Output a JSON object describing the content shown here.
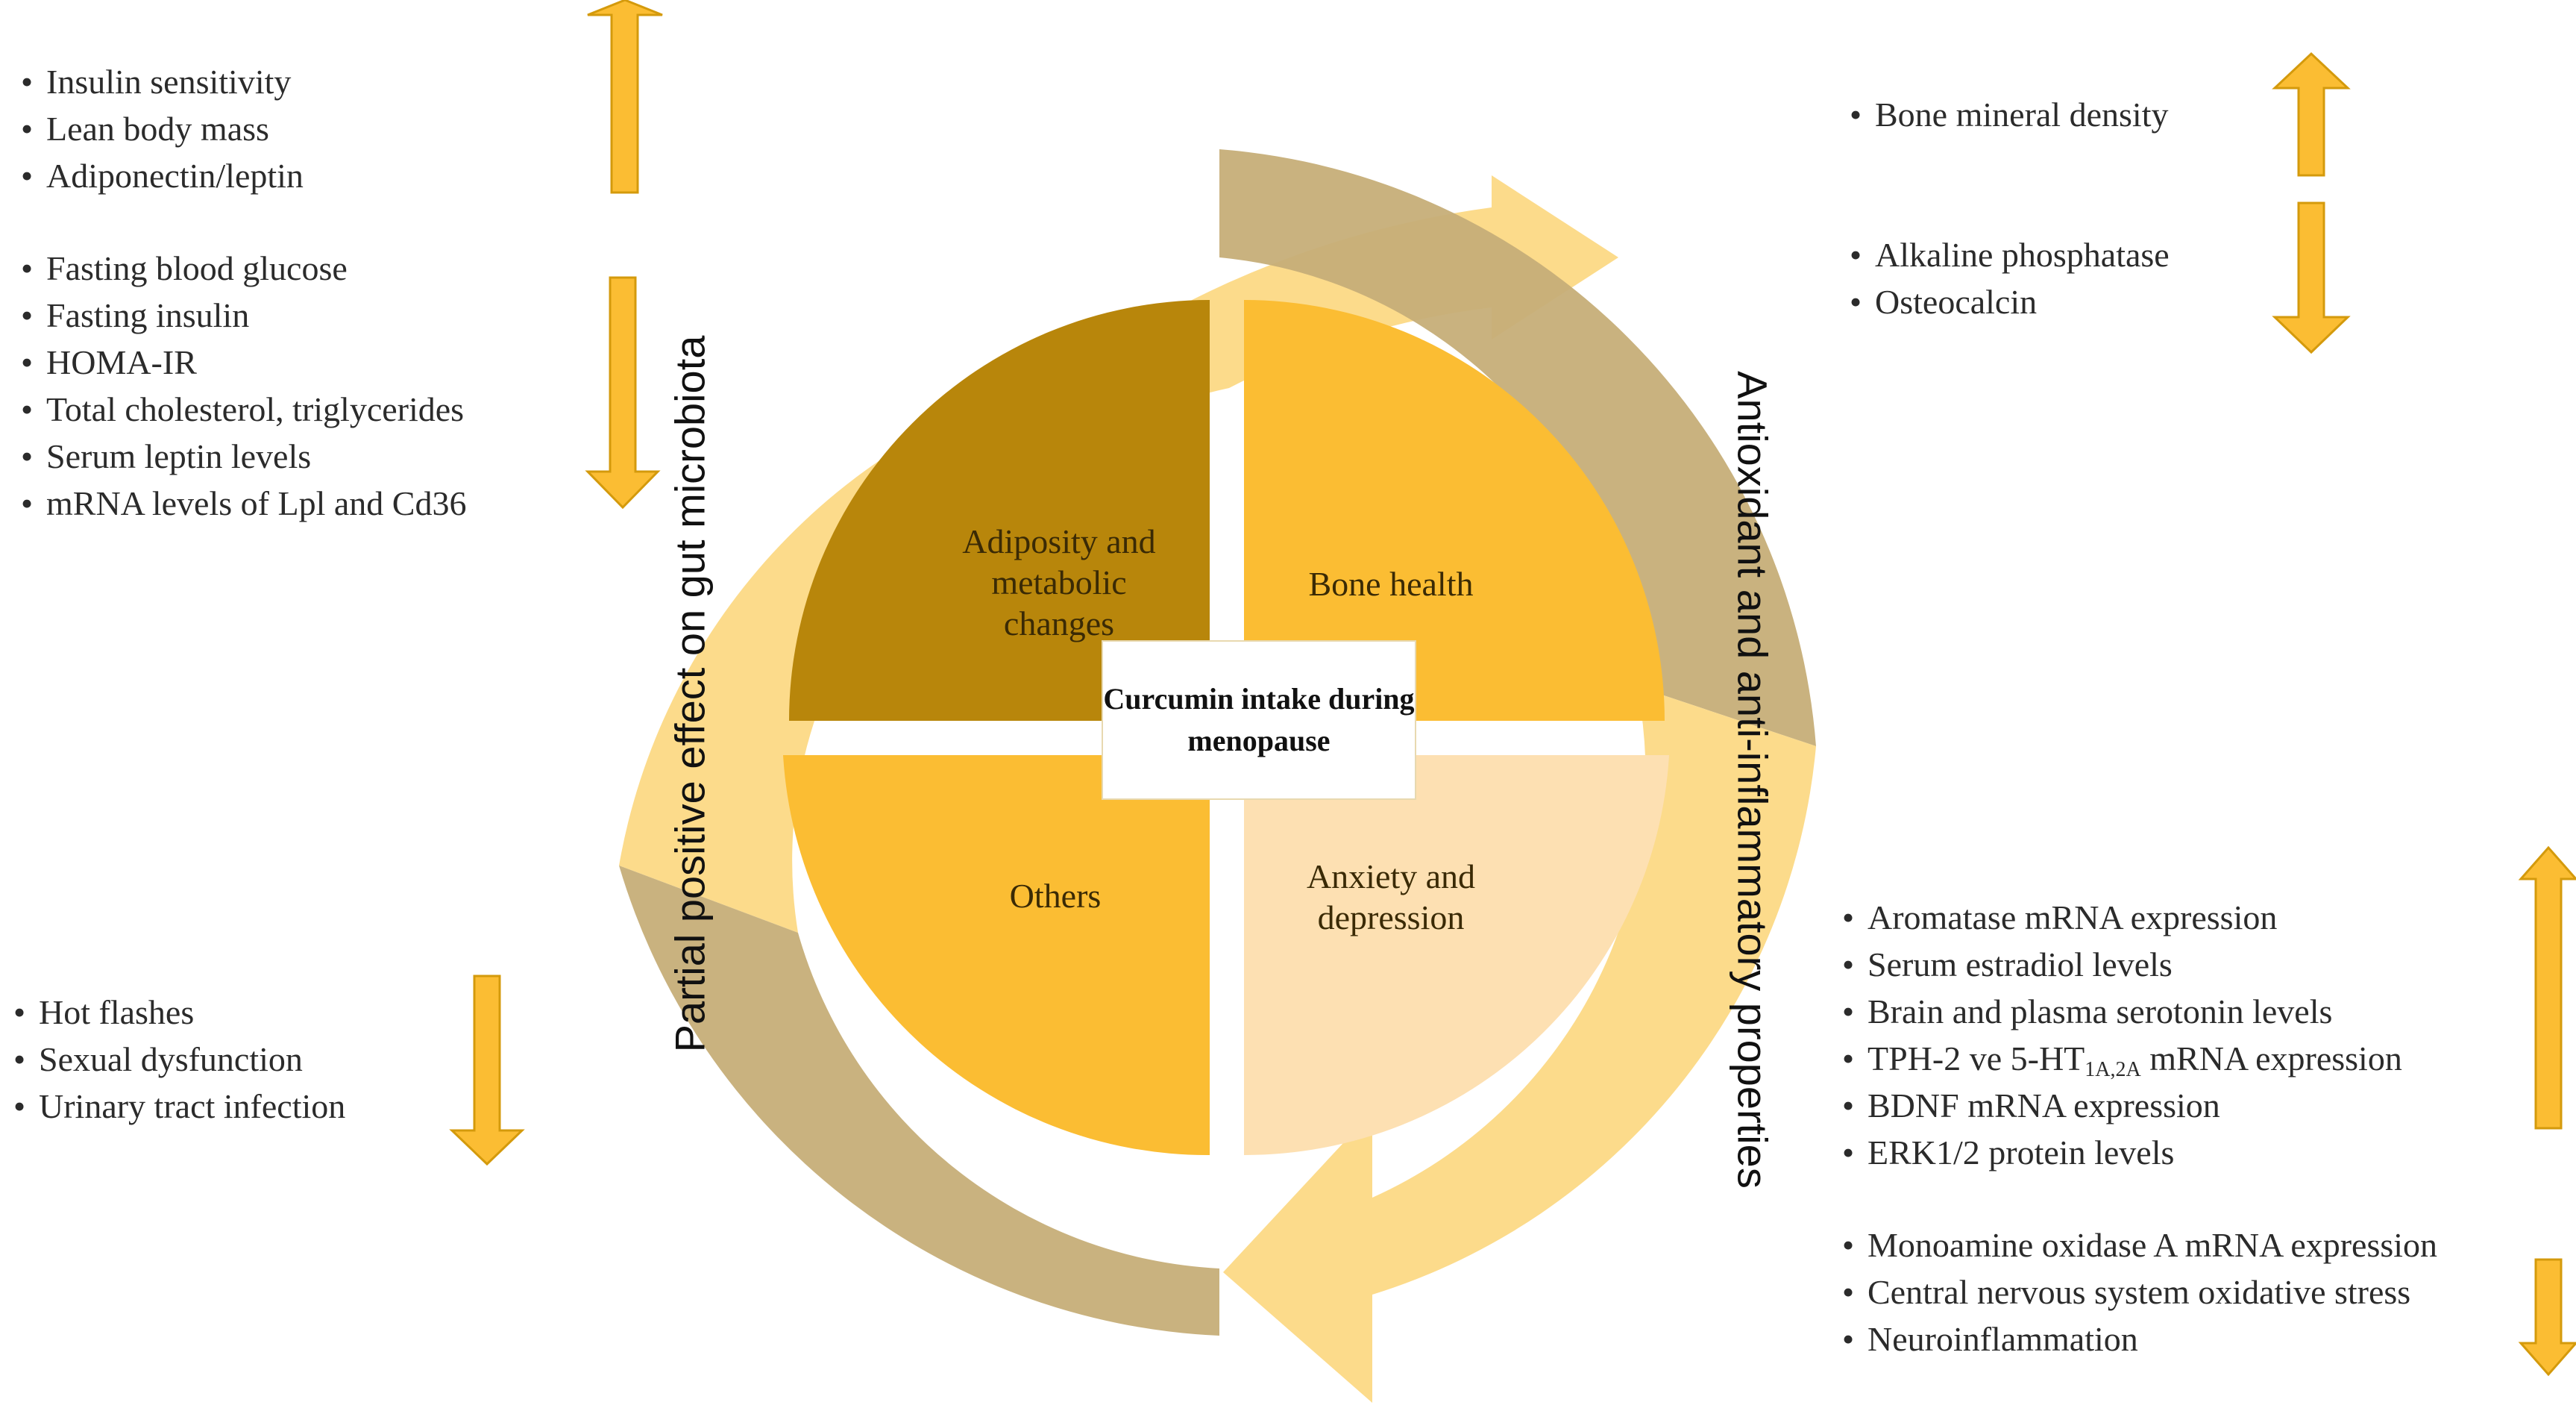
{
  "center": {
    "title": "Curcumin intake during menopause"
  },
  "quadrants": {
    "top_left": {
      "label": "Adiposity and metabolic changes",
      "color": "#b8860b"
    },
    "top_right": {
      "label": "Bone health",
      "color": "#fbbd33"
    },
    "bottom_left": {
      "label": "Others",
      "color": "#fbbd33"
    },
    "bottom_right": {
      "label": "Anxiety and depression",
      "color": "#fde0b2"
    }
  },
  "cycle_labels": {
    "left": "Partial  positive effect on gut microbiota",
    "right": "Antioxidant and anti-inflammatory properties"
  },
  "groups": [
    {
      "id": "metabolic_up",
      "direction": "up",
      "items": [
        "Insulin sensitivity",
        "Lean body mass",
        "Adiponectin/leptin"
      ]
    },
    {
      "id": "metabolic_down",
      "direction": "down",
      "items": [
        "Fasting blood glucose",
        "Fasting insulin",
        "HOMA-IR",
        "Total cholesterol, triglycerides",
        "Serum leptin levels",
        "mRNA levels of Lpl and Cd36"
      ]
    },
    {
      "id": "others_down",
      "direction": "down",
      "items": [
        "Hot flashes",
        "Sexual dysfunction",
        "Urinary tract infection"
      ]
    },
    {
      "id": "bone_up",
      "direction": "up",
      "items": [
        "Bone mineral density"
      ]
    },
    {
      "id": "bone_down",
      "direction": "down",
      "items": [
        "Alkaline phosphatase",
        "Osteocalcin"
      ]
    },
    {
      "id": "mood_up",
      "direction": "up",
      "items": [
        "Aromatase mRNA expression",
        "Serum estradiol levels",
        "Brain and plasma serotonin levels",
        "TPH-2 ve 5-HT1A,2A mRNA expression",
        "BDNF mRNA expression",
        "ERK1/2 protein levels"
      ]
    },
    {
      "id": "mood_down",
      "direction": "down",
      "items": [
        "Monoamine oxidase A mRNA expression",
        "Central nervous system oxidative stress",
        "Neuroinflammation"
      ]
    }
  ],
  "colors": {
    "indicator_arrow": "#fbbd33",
    "indicator_arrow_outline": "#d49a0c",
    "cycle_arrow_light": "#fcd77e",
    "cycle_arrow_dark": "#c6ae78",
    "center_box_border": "#e8d9b0"
  }
}
